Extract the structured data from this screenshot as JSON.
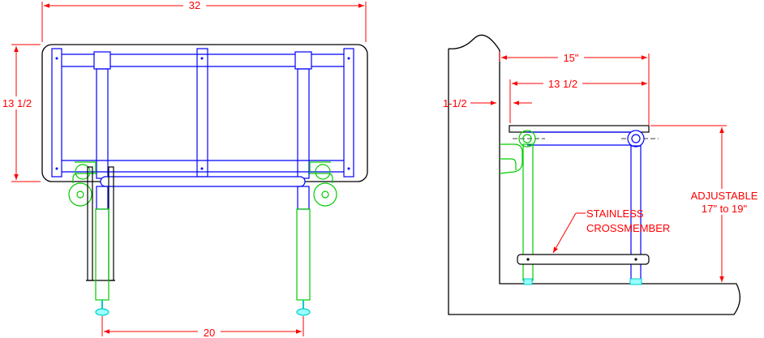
{
  "front_view": {
    "dims": {
      "overall_width": "32",
      "depth": "13 1/2",
      "leg_spacing": "20"
    }
  },
  "side_view": {
    "dims": {
      "seat_depth": "15\"",
      "frame_depth": "13 1/2",
      "wall_offset": "1-1/2",
      "height_line1": "ADJUSTABLE",
      "height_line2": "17\" to 19\""
    },
    "callout": {
      "line1": "STAINLESS",
      "line2": "CROSSMEMBER"
    }
  },
  "colors": {
    "dimension": "#ff0000",
    "frame": "#0000ff",
    "legs": "#00cc00",
    "feet": "#00cccc",
    "outline": "#000000"
  }
}
